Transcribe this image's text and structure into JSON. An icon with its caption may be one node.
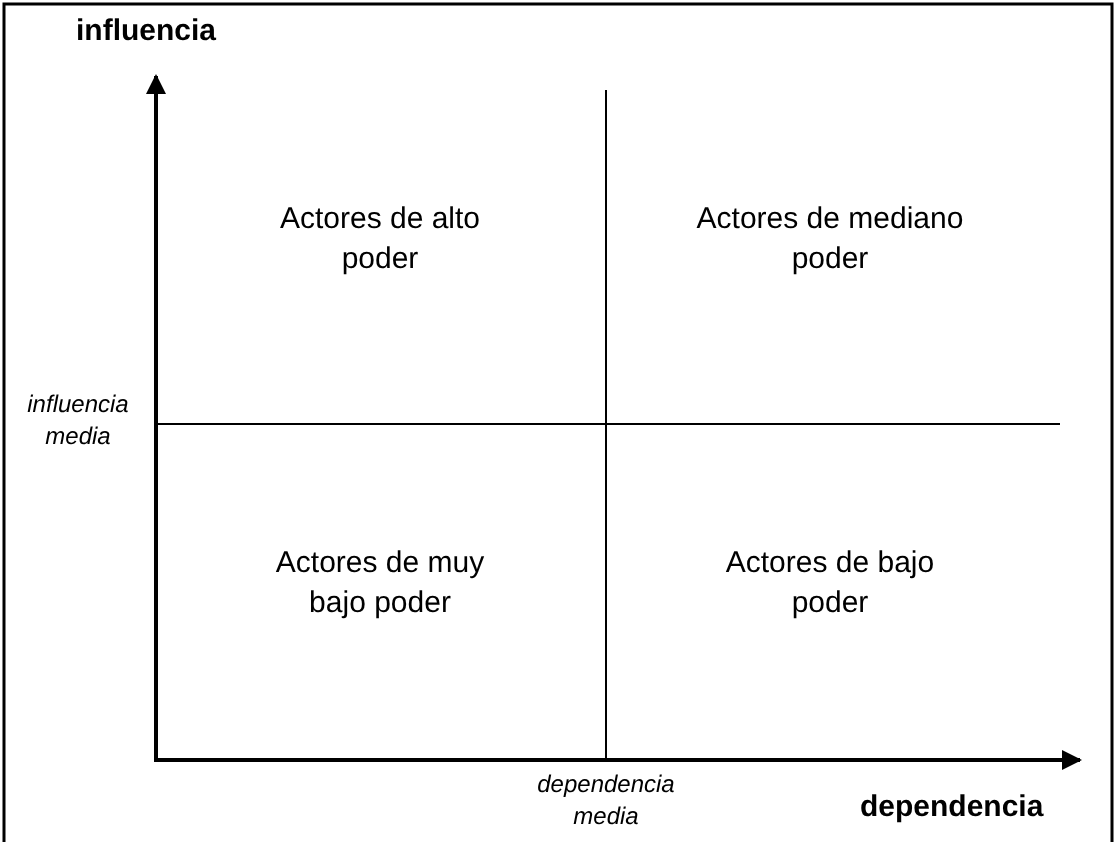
{
  "diagram": {
    "labels": [
      "influencia",
      "Actores de alto poder",
      "Actores de mediano poder",
      "influencia media",
      "Actores de muy bajo poder",
      "Actores de bajo poder",
      "dependencia media",
      "dependencia"
    ]
  }
}
